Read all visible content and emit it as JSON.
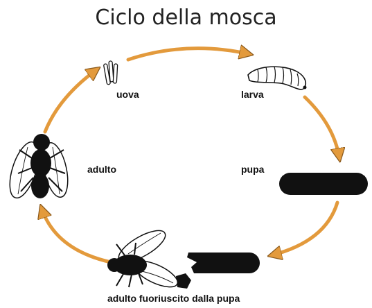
{
  "title": "Ciclo della mosca",
  "stages": {
    "egg": "uova",
    "larva": "larva",
    "pupa": "pupa",
    "emerged": "adulto fuoriuscito dalla pupa",
    "adult": "adulto"
  },
  "colors": {
    "arrow": "#E39A3C",
    "arrow_outline": "#8A5A1E",
    "organism": "#111111"
  }
}
